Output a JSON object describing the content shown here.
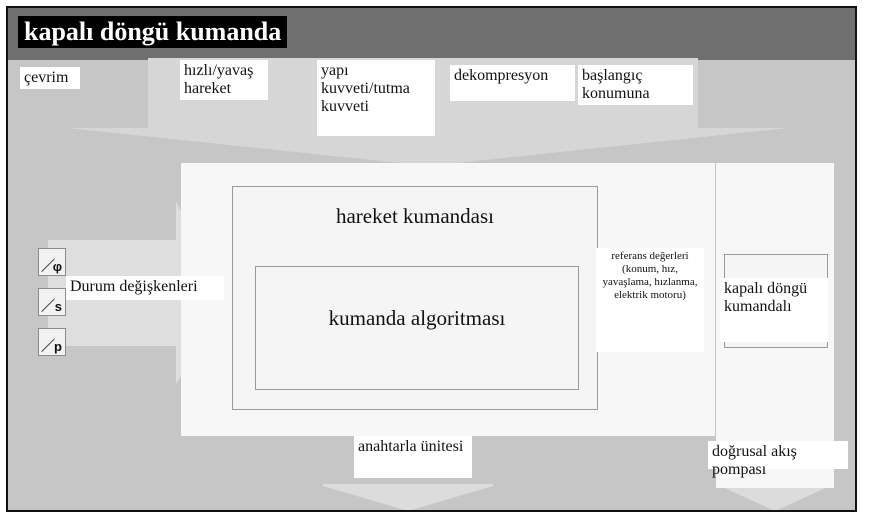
{
  "title": "kapalı döngü kumanda",
  "labels": {
    "cevrim": "çevrim",
    "hizli_yavas": "hızlı/yavaş hareket",
    "yapi_kuvveti": "yapı kuvveti/tutma kuvveti",
    "dekompresyon": "dekompresyon",
    "baslangic": "başlangıç konumuna",
    "hareket_kumandasi": "hareket kumandası",
    "kumanda_algoritmasi": "kumanda algoritması",
    "durum": "Durum değişkenleri",
    "referans": "referans değerleri (konum, hız, yavaşlama, hızlanma, elektrik motoru)",
    "kapali_dongu": "kapalı döngü kumandalı",
    "anahtarla": "anahtarla ünitesi",
    "dogrusal": "doğrusal akış pompası"
  },
  "state_icons": [
    "φ",
    "s",
    "p"
  ],
  "colors": {
    "background": "#c6c6c6",
    "top_bar": "#6f6f6f",
    "box": "#f7f7f7",
    "title_bg": "#000000",
    "title_fg": "#ffffff"
  }
}
